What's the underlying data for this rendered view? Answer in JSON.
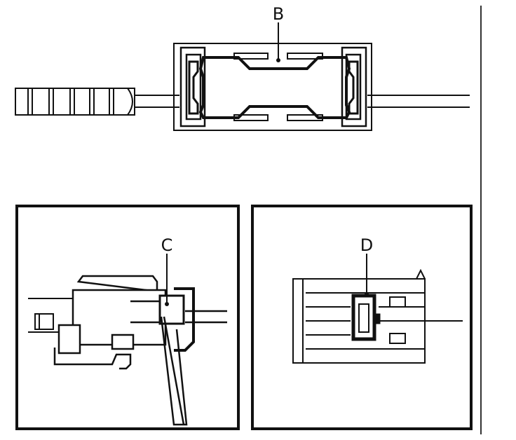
{
  "figure": {
    "callouts": {
      "top": "B",
      "bottom_left": "C",
      "bottom_right": "D"
    }
  }
}
